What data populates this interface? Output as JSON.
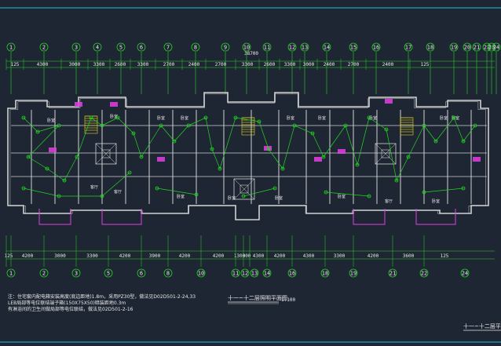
{
  "drawing": {
    "colors": {
      "background": "#1f2633",
      "wall": "#d0d0d0",
      "axis": "#22d422",
      "wire": "#22d422",
      "equipment": "#e040e0",
      "stair": "#e0d020",
      "text": "#e8e8e8",
      "frame": "#20c0d0"
    },
    "axes": [
      "1",
      "2",
      "3",
      "4",
      "5",
      "6",
      "7",
      "8",
      "9",
      "10",
      "11",
      "12",
      "13",
      "14",
      "15",
      "16",
      "17",
      "18",
      "19",
      "20",
      "21",
      "22",
      "23",
      "24"
    ],
    "top_overall": "38700",
    "top_dims": [
      "125",
      "4300",
      "3000",
      "3300",
      "2600",
      "3300",
      "2700",
      "2400",
      "2700",
      "3300",
      "2600",
      "3300",
      "3000",
      "2400",
      "2700",
      "2400",
      "125"
    ],
    "bottom_dims": [
      "125",
      "4200",
      "3000",
      "3300",
      "4200",
      "3900",
      "4200",
      "4200",
      "1300",
      "300",
      "4300",
      "4200",
      "4300",
      "3300",
      "4200",
      "3600",
      "125"
    ],
    "bottom_axes": [
      "1",
      "2",
      "3",
      "5",
      "6",
      "8",
      "10",
      "11",
      "12",
      "13",
      "14",
      "16",
      "18",
      "19",
      "21",
      "22",
      "24"
    ],
    "notes": [
      "注：住宅套内配电箱安装高度(底边距地)1.8m，采用PZ30型，做法见D02D501-2-24,33",
      "LEB局部等电位联结端子箱(150X75X50)暗装距地0.3m",
      "有淋浴间的卫生间做局部等电位联结，做法见02D501-2-16"
    ],
    "title": "十一~十二层照明平面图",
    "scale": "1:100",
    "corner_title": "十一~十二层平"
  }
}
